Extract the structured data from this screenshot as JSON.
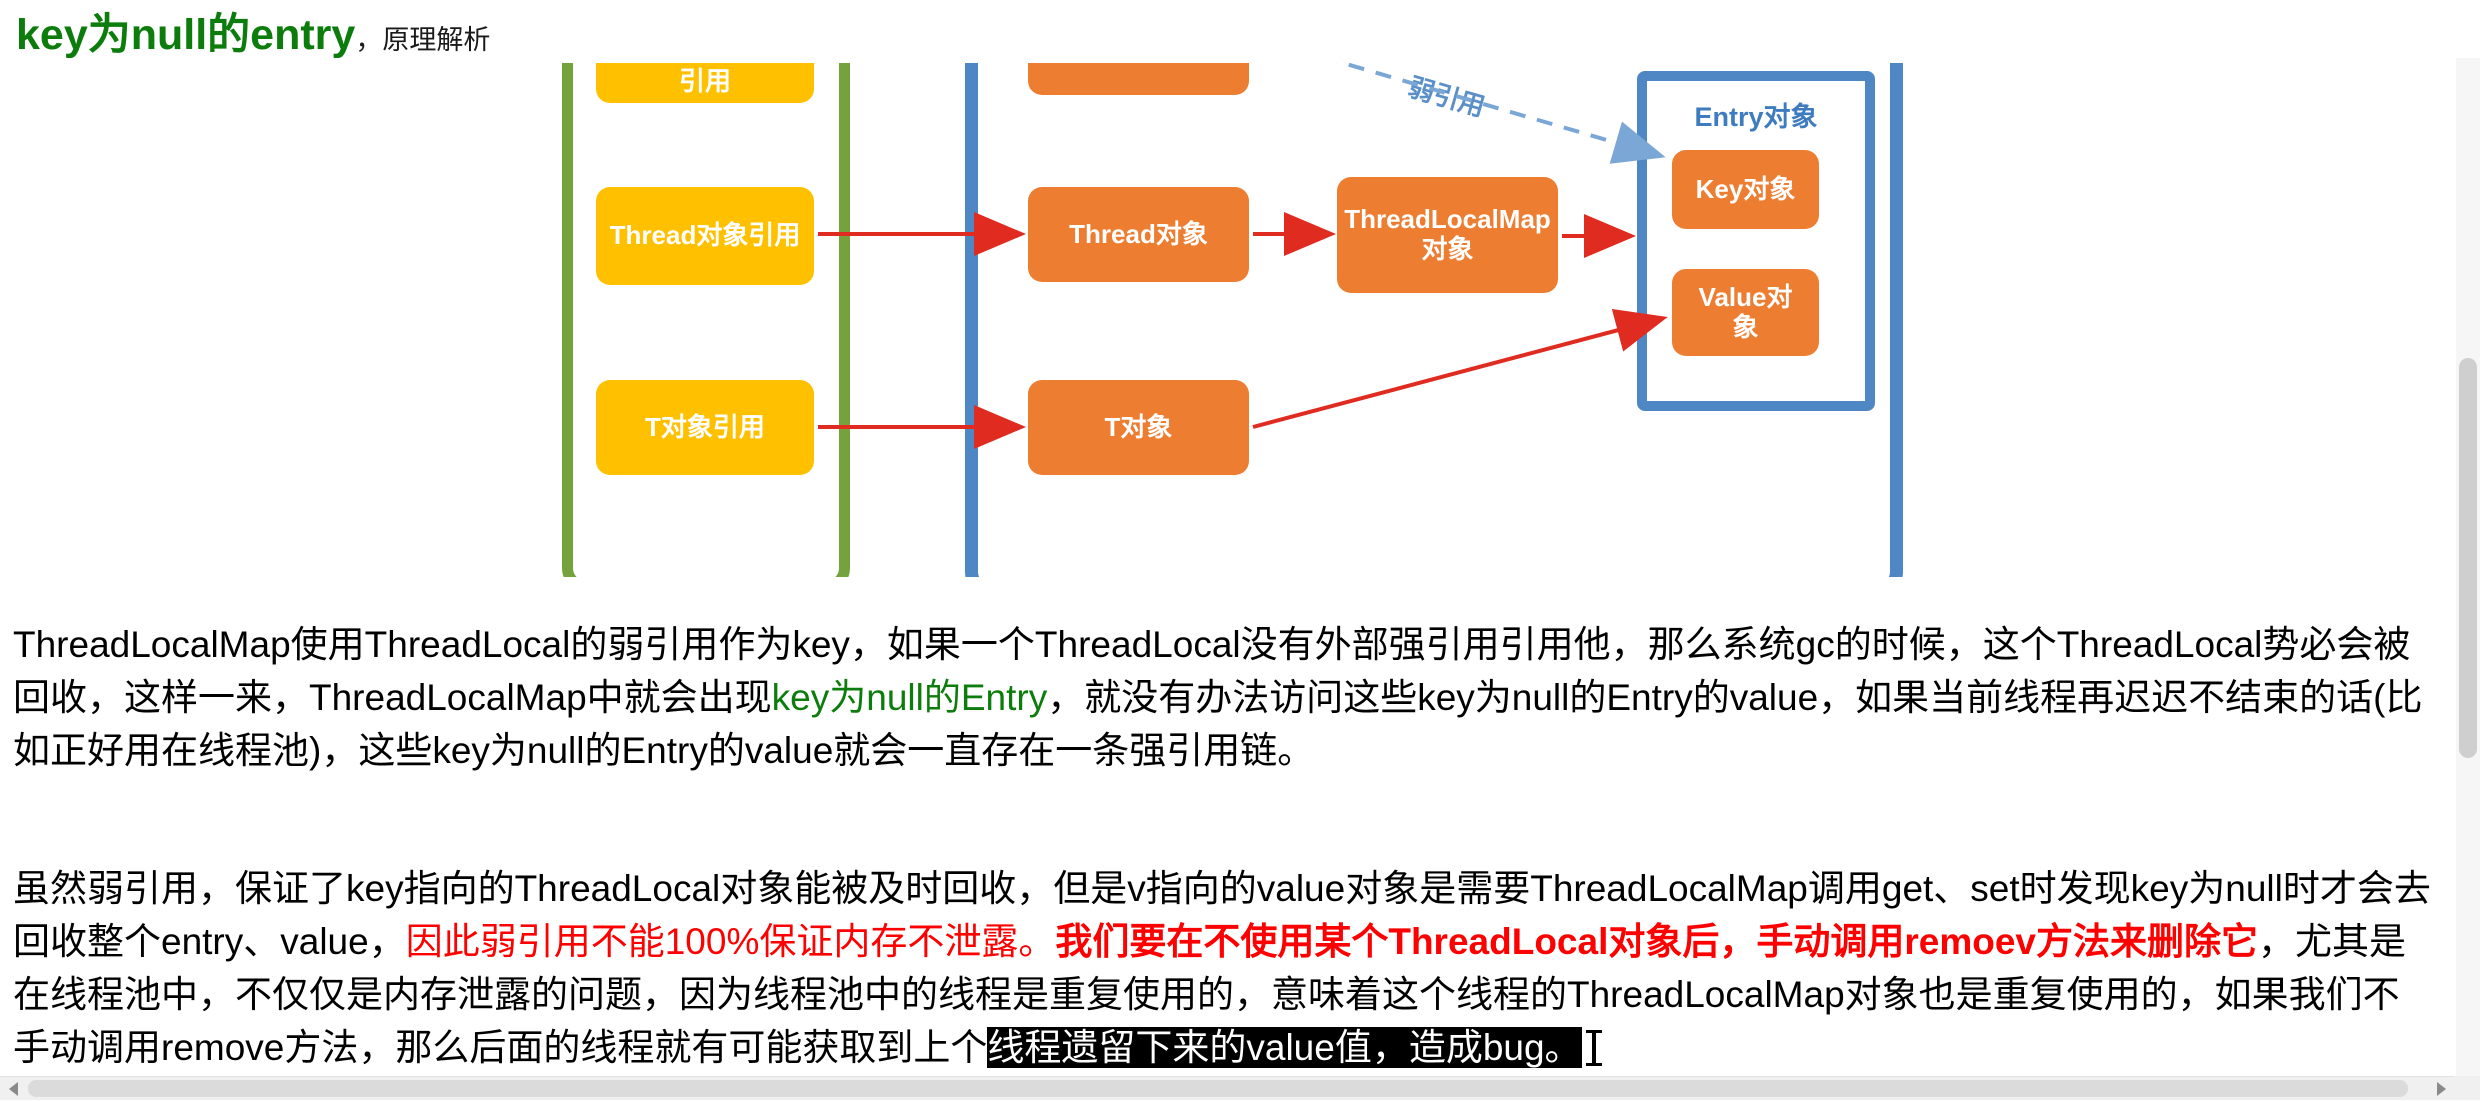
{
  "header": {
    "title_main": "key为null的entry",
    "title_sub": "，原理解析"
  },
  "colors": {
    "title_green": "#0c7d0c",
    "inline_green": "#0c7d0c",
    "red_text": "#fe0000",
    "highlight_bg": "#000000",
    "highlight_fg": "#ffffff",
    "yellow_box": "#FFC000",
    "orange_box": "#ED7D31",
    "green_border": "#76A23E",
    "blue_border": "#4E87C4",
    "weak_ref_blue": "#7BA7D7",
    "arrow_red": "#E02B20"
  },
  "diagram": {
    "stack_column": {
      "boxes": [
        {
          "label": "引用"
        },
        {
          "label": "Thread对象引用"
        },
        {
          "label": "T对象引用"
        }
      ]
    },
    "heap_column": {
      "boxes": [
        {
          "label": ""
        },
        {
          "label": "Thread对象"
        },
        {
          "label": "ThreadLocalMap对象"
        },
        {
          "label": "T对象"
        }
      ]
    },
    "entry": {
      "title": "Entry对象",
      "boxes": [
        {
          "label": "Key对象"
        },
        {
          "label": "Value对象"
        }
      ]
    },
    "weak_ref_label": "弱引用"
  },
  "paragraphs": [
    {
      "segments": [
        {
          "style": "normal",
          "text": "ThreadLocalMap使用ThreadLocal的弱引用作为key，如果一个ThreadLocal没有外部强引用引用他，那么系统gc的时候，这个ThreadLocal势必会被回收，这样一来，ThreadLocalMap中就会出现"
        },
        {
          "style": "green",
          "text": "key为null的Entry"
        },
        {
          "style": "normal",
          "text": "，就没有办法访问这些key为null的Entry的value，如果当前线程再迟迟不结束的话(比如正好用在线程池)，这些key为null的Entry的value就会一直存在一条强引用链。"
        }
      ]
    },
    {
      "segments": [
        {
          "style": "normal",
          "text": "虽然弱引用，保证了key指向的ThreadLocal对象能被及时回收，但是v指向的value对象是需要ThreadLocalMap调用get、set时发现key为null时才会去回收整个entry、value，"
        },
        {
          "style": "red",
          "text": "因此弱引用不能100%保证内存不泄露。"
        },
        {
          "style": "red-bold",
          "text": "我们要在不使用某个ThreadLocal对象后，手动调用remoev方法来删除它"
        },
        {
          "style": "normal",
          "text": "，尤其是在线程池中，不仅仅是内存泄露的问题，因为线程池中的线程是重复使用的，意味着这个线程的ThreadLocalMap对象也是重复使用的，如果我们不手动调用remove方法，那么后面的线程就有可能获取到上个"
        },
        {
          "style": "highlight",
          "text": "线程遗留下来的value值，造成bug。"
        }
      ]
    }
  ]
}
